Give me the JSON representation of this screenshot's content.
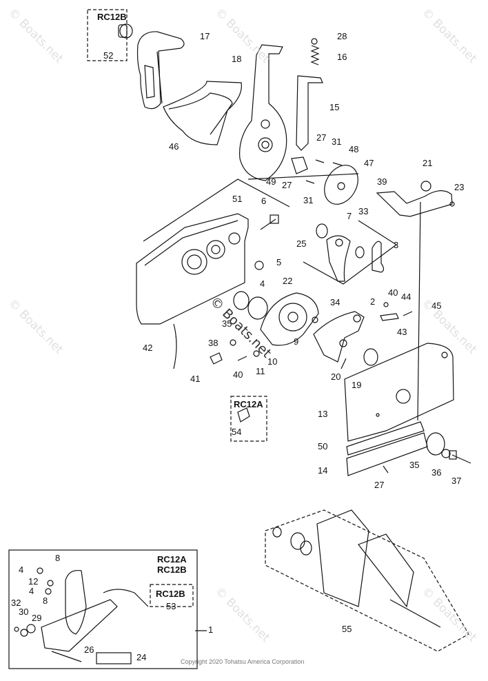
{
  "variant_labels": {
    "rc12b_top": "RC12B",
    "rc12a_mid": "RC12A",
    "inset_a": "RC12A",
    "inset_b": "RC12B",
    "inset_b_sub": "RC12B"
  },
  "part_numbers": [
    "17",
    "52",
    "18",
    "28",
    "16",
    "15",
    "46",
    "27",
    "31",
    "48",
    "47",
    "21",
    "39",
    "23",
    "49",
    "27",
    "31",
    "51",
    "6",
    "33",
    "7",
    "25",
    "3",
    "5",
    "4",
    "22",
    "40",
    "44",
    "2",
    "34",
    "45",
    "43",
    "35",
    "38",
    "9",
    "42",
    "10",
    "11",
    "41",
    "40",
    "20",
    "19",
    "13",
    "54",
    "50",
    "35",
    "36",
    "37",
    "14",
    "27",
    "8",
    "4",
    "12",
    "4",
    "8",
    "32",
    "30",
    "29",
    "53",
    "1",
    "26",
    "24",
    "55"
  ],
  "watermark": "© Boats.net",
  "copyright": "Copyright 2020 Tohatsu America Corporation"
}
